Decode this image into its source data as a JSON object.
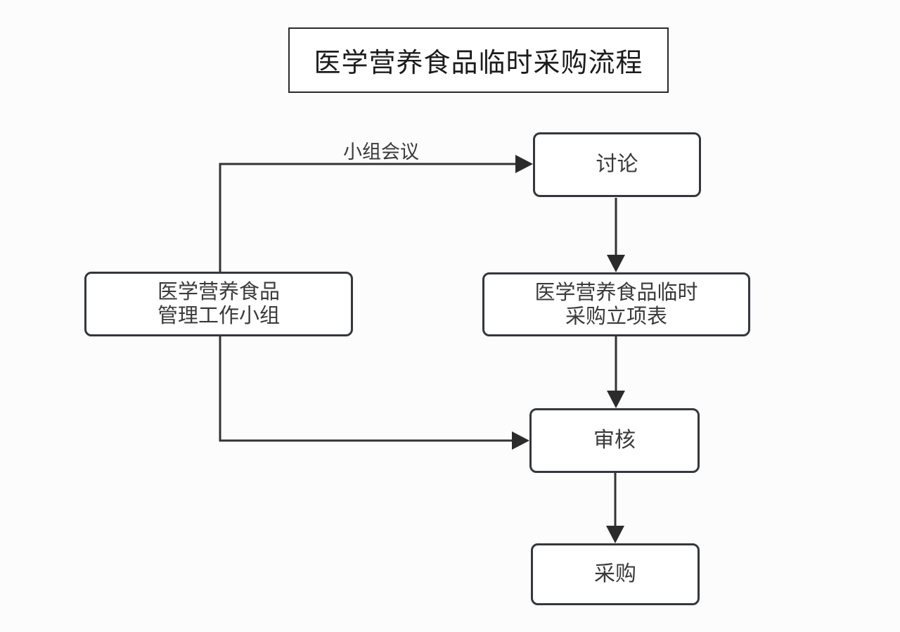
{
  "title": "医学营养食品临时采购流程",
  "nodes": {
    "group": {
      "line1": "医学营养食品",
      "line2": "管理工作小组",
      "full": "医学营养食品管理工作小组"
    },
    "discussion": {
      "label": "讨论"
    },
    "form": {
      "line1": "医学营养食品临时",
      "line2": "采购立项表",
      "full": "医学营养食品临时采购立项表"
    },
    "review": {
      "label": "审核"
    },
    "purchase": {
      "label": "采购"
    }
  },
  "edge_labels": {
    "group_discussion": "小组会议"
  },
  "diagram_data": {
    "type": "flowchart",
    "edges": [
      {
        "from": "医学营养食品管理工作小组",
        "to": "讨论",
        "label": "小组会议"
      },
      {
        "from": "讨论",
        "to": "医学营养食品临时采购立项表",
        "label": ""
      },
      {
        "from": "医学营养食品临时采购立项表",
        "to": "审核",
        "label": ""
      },
      {
        "from": "医学营养食品管理工作小组",
        "to": "审核",
        "label": ""
      },
      {
        "from": "审核",
        "to": "采购",
        "label": ""
      }
    ]
  },
  "colors": {
    "node_border": "#34383c",
    "node_fill": "#ffffff",
    "node_text": "#3a3a3a",
    "title_text": "#1c1c1c",
    "line": "#333333",
    "background": "#fcfcfc"
  }
}
